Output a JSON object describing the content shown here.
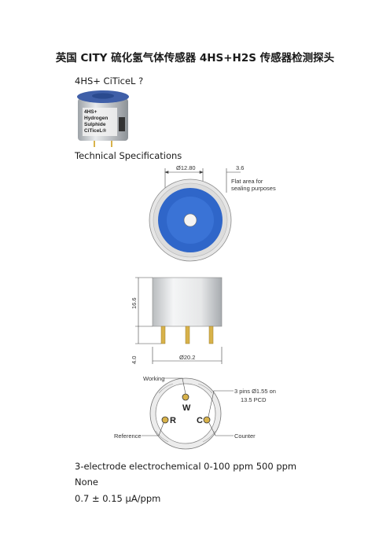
{
  "document": {
    "title": "英国 CITY 硫化氢气体传感器 4HS+H2S 传感器检测探头",
    "product_line": "4HS+ CiTiceL ?",
    "section_heading": "Technical Specifications",
    "spec_line_1": "3-electrode electrochemical 0-100 ppm 500 ppm",
    "spec_line_2": "None",
    "spec_line_3": "0.7 ± 0.15 µA/ppm"
  },
  "sensor_photo": {
    "label_lines": [
      "4HS+",
      "Hydrogen",
      "Sulphide",
      "CiTiceL®"
    ],
    "colors": {
      "body": "#cfd2d6",
      "cap": "#3f5fa8",
      "label": "#f2f2f2"
    }
  },
  "top_view": {
    "dim_diameter": "Ø12.80",
    "dim_flat": "3.6",
    "flat_note_1": "Flat area for",
    "flat_note_2": "sealing purposes",
    "colors": {
      "face": "#2f66c9",
      "outer": "#e6e6e6"
    }
  },
  "side_view": {
    "dim_height": "16.6",
    "dim_pins": "4.0",
    "dim_diameter": "Ø20.2",
    "colors": {
      "pin": "#d8b24a"
    }
  },
  "bottom_view": {
    "label_working": "Working",
    "label_pins": "3 pins Ø1.55 on",
    "label_pcd": "13.5 PCD",
    "label_reference": "Reference",
    "label_counter": "Counter",
    "pin_w": "W",
    "pin_r": "R",
    "pin_c": "C"
  }
}
